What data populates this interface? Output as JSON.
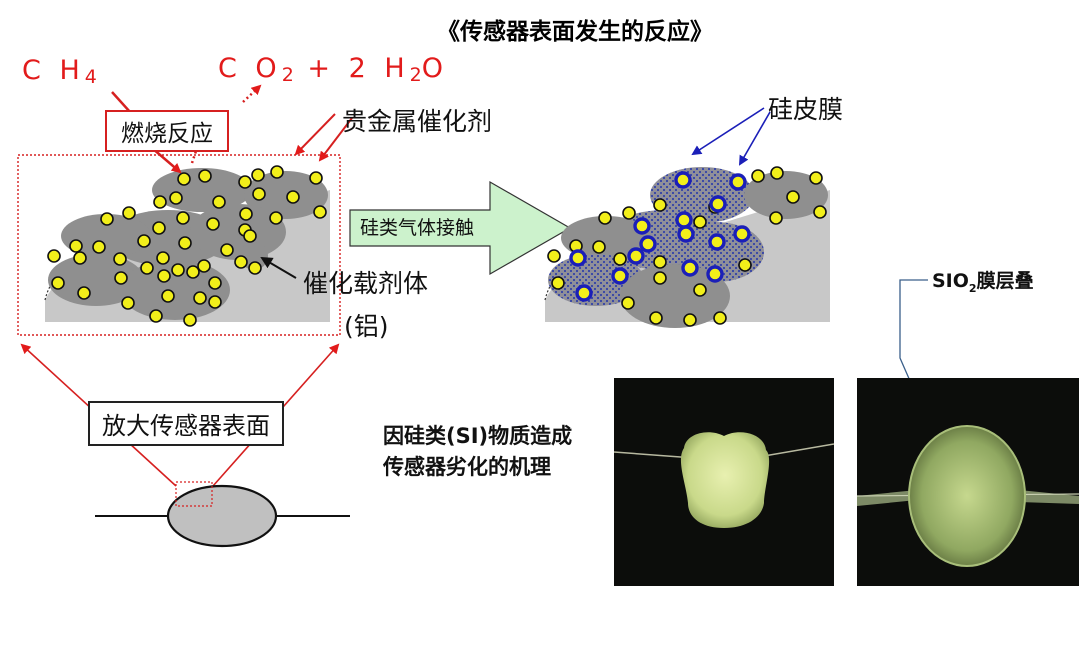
{
  "title": "《传感器表面发生的反应》",
  "reactant": {
    "c": "C",
    "h": "H",
    "sub": "4"
  },
  "product": {
    "co": "C O",
    "co_sub": "2",
    "plus": "+ 2 H",
    "h_sub": "2",
    "o": "O"
  },
  "labels": {
    "combustion": "燃烧反应",
    "noble_catalyst": "贵金属催化剂",
    "carrier": "催化载剂体",
    "carrier_material": "(铝)",
    "silicon_gas_contact": "硅类气体接触",
    "silicon_film": "硅皮膜",
    "magnify": "放大传感器表面",
    "mechanism_line1": "因硅类(SI)物质造成",
    "mechanism_line2": "传感器劣化的机理",
    "sio2_stack_prefix": "SIO",
    "sio2_stack_sub": "2",
    "sio2_stack_suffix": "膜层叠"
  },
  "colors": {
    "red": "#e21b1b",
    "carrier_gray": "#8f8f8f",
    "catalyst_yellow": "#f2ef1a",
    "film_blue": "#1b1fb8",
    "arrow_green": "#ccf2cc"
  }
}
